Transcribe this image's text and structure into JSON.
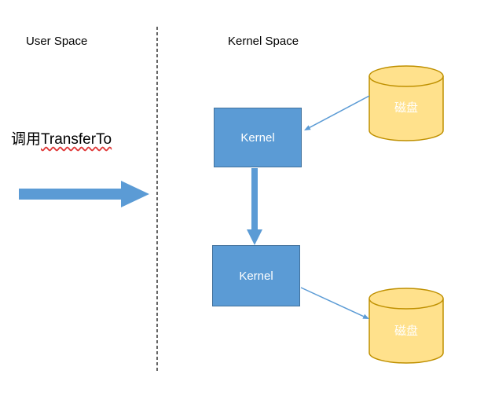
{
  "diagram": {
    "title": "User space to kernel space data transfer diagram",
    "regions": {
      "user_space_label": "User Space",
      "kernel_space_label": "Kernel Space"
    },
    "call": {
      "prefix": "调用",
      "method": "TransferTo"
    },
    "nodes": {
      "kernel_box_top": "Kernel",
      "kernel_box_bottom": "Kernel",
      "disk_top": "磁盘",
      "disk_bottom": "磁盘"
    },
    "colors": {
      "accent_blue": "#5B9BD5",
      "box_border_blue": "#41719C",
      "disk_fill": "#FFE18C",
      "disk_border": "#BF9000",
      "divider_black": "#000000",
      "spellcheck_red": "#E03A3A"
    }
  }
}
